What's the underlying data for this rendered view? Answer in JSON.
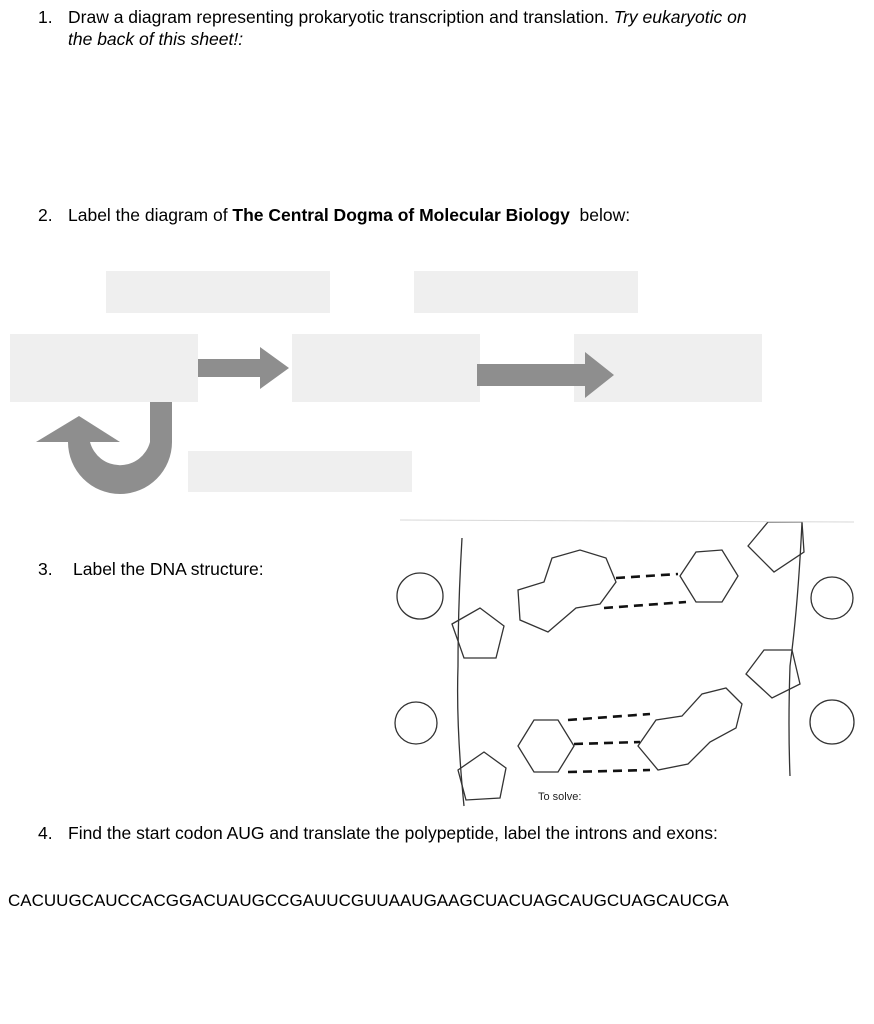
{
  "q1": {
    "number": "1.",
    "text": "Draw a diagram representing prokaryotic transcription and translation. ",
    "italic_line1": "Try eukaryotic on",
    "italic_line2": "the back of this sheet!:"
  },
  "q2": {
    "number": "2.",
    "text_before": "Label the diagram of ",
    "text_bold": "The Central Dogma of Molecular Biology",
    "text_after": "  below:"
  },
  "q3": {
    "number": "3.",
    "text": "Label the DNA structure:",
    "diagram_note": "To solve:"
  },
  "q4": {
    "number": "4.",
    "text": "Find the start codon AUG and translate the polypeptide, label the introns and exons:",
    "sequence": "CACUUGCAUCCACGGACUAUGCCGAUUCGUUAAUGAAGCUACUAGCAUGCUAGCAUCGA"
  },
  "colors": {
    "box_fill": "#efefef",
    "arrow_fill": "#8e8e8e",
    "line": "#333333"
  }
}
